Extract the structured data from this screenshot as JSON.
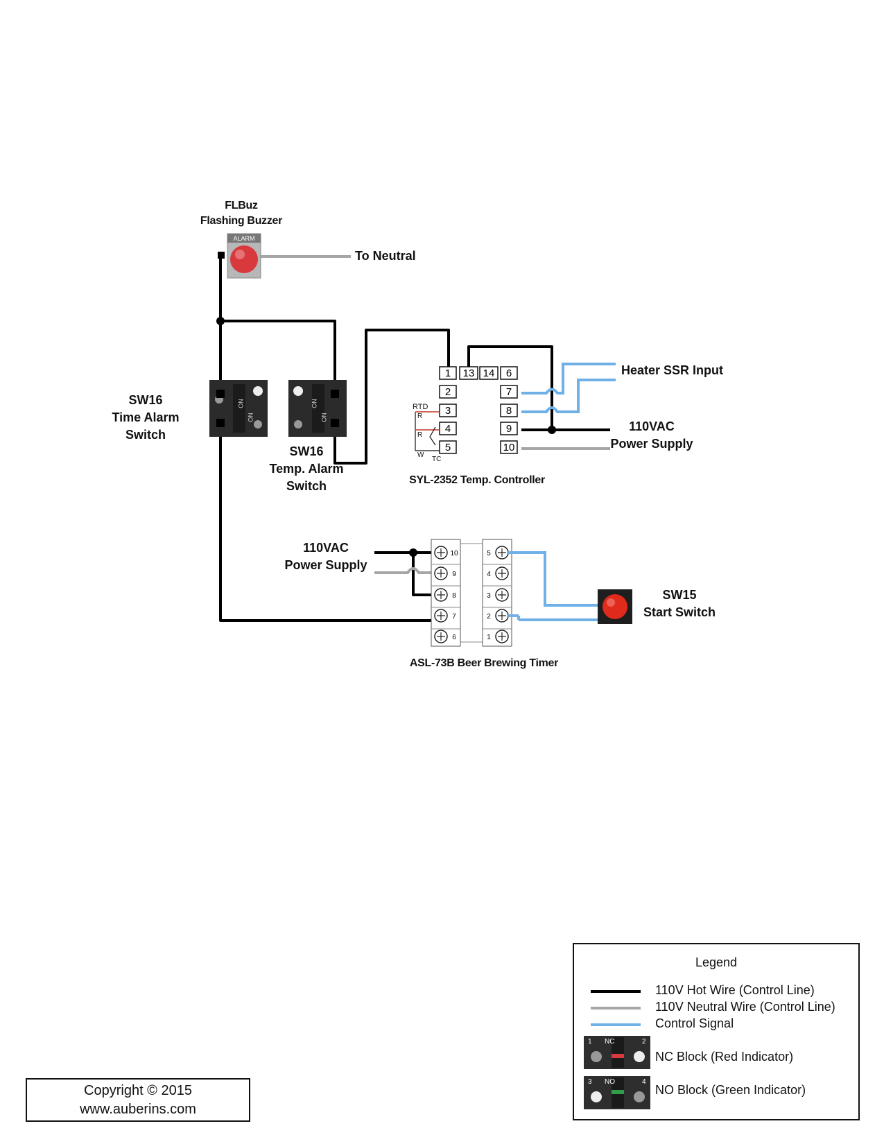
{
  "buzzer": {
    "code": "FLBuz",
    "name": "Flashing Buzzer",
    "badge": "ALARM",
    "neutral_label": "To Neutral"
  },
  "switch_time": {
    "code": "SW16",
    "line1": "Time Alarm",
    "line2": "Switch"
  },
  "switch_temp": {
    "code": "SW16",
    "line1": "Temp. Alarm",
    "line2": "Switch"
  },
  "switch_start": {
    "code": "SW15",
    "line1": "Start Switch"
  },
  "controller": {
    "label": "SYL-2352 Temp. Controller",
    "terminals_left": [
      "1",
      "2",
      "3",
      "4",
      "5"
    ],
    "terminals_top": [
      "13",
      "14"
    ],
    "terminals_right": [
      "6",
      "7",
      "8",
      "9",
      "10"
    ],
    "sensor_rtd": "RTD",
    "sensor_r1": "R",
    "sensor_r2": "R",
    "sensor_w": "W",
    "sensor_tc": "TC",
    "ssr_label": "Heater SSR Input",
    "power_line1": "110VAC",
    "power_line2": "Power Supply"
  },
  "timer": {
    "label": "ASL-73B Beer Brewing Timer",
    "left_terminals": [
      "10",
      "9",
      "8",
      "7",
      "6"
    ],
    "right_terminals": [
      "5",
      "4",
      "3",
      "2",
      "1"
    ],
    "power_line1": "110VAC",
    "power_line2": "Power Supply"
  },
  "legend": {
    "title": "Legend",
    "items": [
      {
        "label": "110V Hot Wire (Control Line)",
        "color": "#000000"
      },
      {
        "label": "110V Neutral Wire (Control Line)",
        "color": "#a6a6a6"
      },
      {
        "label": "Control Signal",
        "color": "#6fb0e6"
      }
    ],
    "nc_label": "NC Block (Red Indicator)",
    "nc_tag": "NC",
    "nc_n1": "1",
    "nc_n2": "2",
    "no_label": "NO Block (Green Indicator)",
    "no_tag": "NO",
    "no_n1": "3",
    "no_n2": "4"
  },
  "copyright": {
    "line1": "Copyright © 2015",
    "line2": "www.auberins.com"
  },
  "colors": {
    "hot": "#000000",
    "neutral": "#a6a6a6",
    "signal": "#6fb0e6",
    "buzzer": "#d8393c",
    "start": "#e02a1c"
  }
}
